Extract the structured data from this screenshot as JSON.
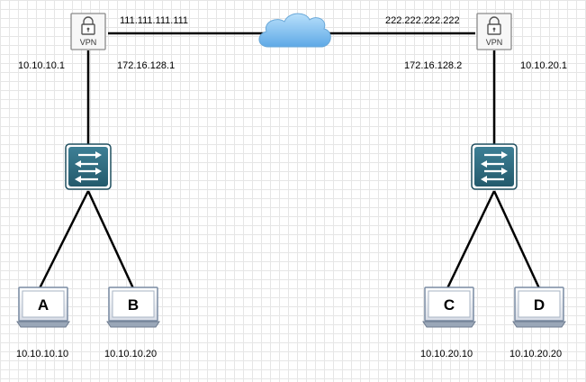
{
  "vpn_left": {
    "label": "VPN",
    "public_ip": "111.111.111.111",
    "lan_ip": "10.10.10.1",
    "tunnel_ip": "172.16.128.1"
  },
  "vpn_right": {
    "label": "VPN",
    "public_ip": "222.222.222.222",
    "lan_ip": "10.10.20.1",
    "tunnel_ip": "172.16.128.2"
  },
  "hosts": [
    {
      "letter": "A",
      "ip": "10.10.10.10"
    },
    {
      "letter": "B",
      "ip": "10.10.10.20"
    },
    {
      "letter": "C",
      "ip": "10.10.20.10"
    },
    {
      "letter": "D",
      "ip": "10.10.20.20"
    }
  ],
  "colors": {
    "switch_fill": "#2f6b80",
    "cloud_fill": "#7ec1f2",
    "line": "#000000"
  }
}
